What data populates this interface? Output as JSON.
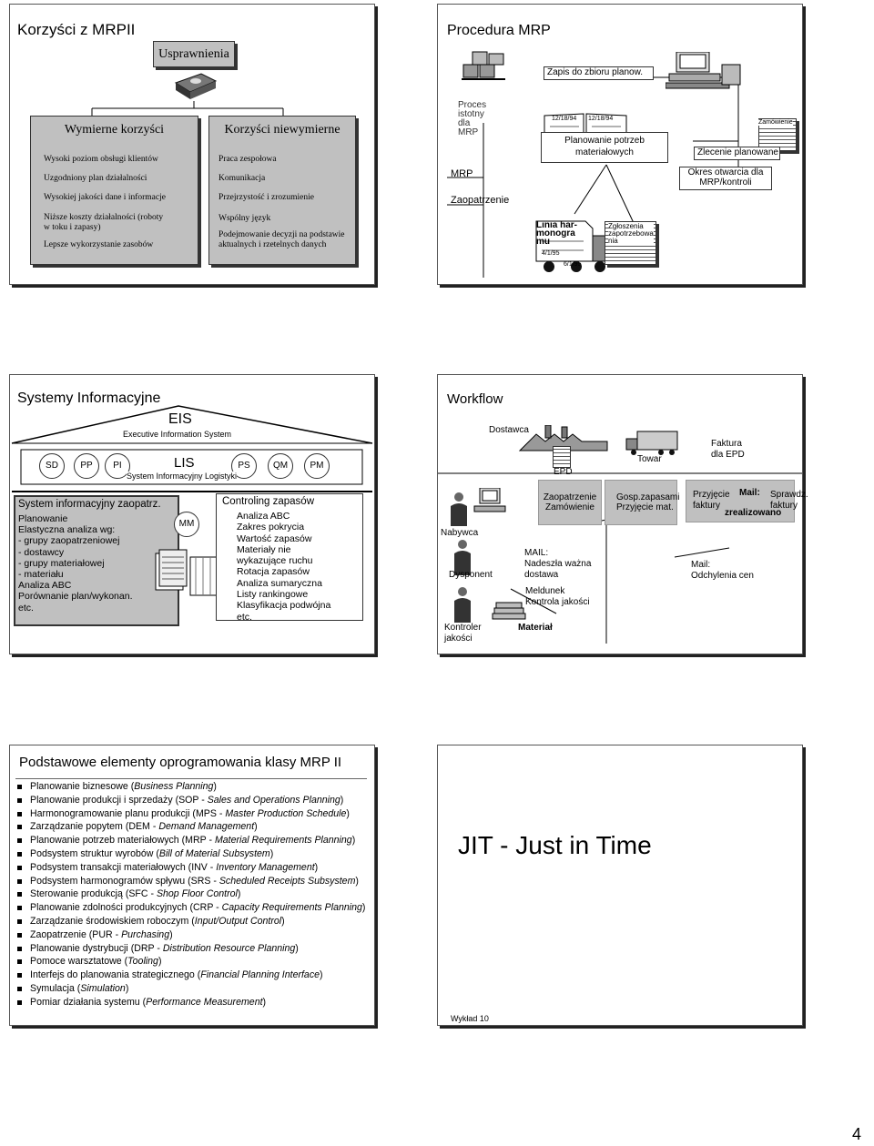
{
  "slide1": {
    "title": "Korzyści z MRPII",
    "top_box": "Usprawnienia",
    "left": {
      "header": "Wymierne korzyści",
      "items": [
        "Wysoki poziom obsługi klientów",
        "Uzgodniony plan działalności",
        "Wysokiej jakości dane i informacje",
        "Niższe koszty działalności (roboty",
        "w toku i zapasy)",
        "Lepsze wykorzystanie zasobów"
      ]
    },
    "right": {
      "header": "Korzyści niewymierne",
      "items": [
        "Praca zespołowa",
        "Komunikacja",
        "Przejrzystość i zrozumienie",
        "Wspólny język",
        "Podejmowanie decyzji na podstawie",
        "aktualnych i rzetelnych danych"
      ]
    }
  },
  "slide2": {
    "title": "Procedura MRP",
    "zapis": "Zapis do zbioru planow.",
    "proces": [
      "Proces",
      "istotny",
      "dla",
      "MRP"
    ],
    "mrp": "MRP",
    "zaopatrzenie": "Zaopatrzenie",
    "dates": [
      "12/18/94",
      "12/18/94"
    ],
    "planowanie": [
      "Planowanie potrzeb",
      "materiałowych"
    ],
    "zamowienie": "Zamówienie",
    "zlecenie": "Zlecenie planowane",
    "okres": [
      "Okres otwarcia dla",
      "MRP/kontroli"
    ],
    "linia": [
      "Linia har-",
      "monogra",
      "mu"
    ],
    "truck_dates": [
      "4/1/95",
      "6/1/95"
    ],
    "zgloszenia": [
      "Zgłoszenia",
      "zapotrzebowa",
      "nia"
    ]
  },
  "slide3": {
    "title": "Systemy Informacyjne",
    "eis": "EIS",
    "eis_sub": "Executive Information System",
    "modules": [
      "SD",
      "PP",
      "PI",
      "PS",
      "QM",
      "PM"
    ],
    "lis": "LIS",
    "lis_sub": "System Informacyjny Logistyki",
    "left_title": "System informacyjny zaopatrz.",
    "left_items": [
      "Planowanie",
      "Elastyczna analiza wg:",
      "- grupy zaopatrzeniowej",
      "- dostawcy",
      "- grupy materiałowej",
      "- materiału",
      "Analiza ABC",
      "Porównanie plan/wykonan.",
      "etc."
    ],
    "mm": "MM",
    "right_title": "Controling zapasów",
    "right_items": [
      "Analiza ABC",
      "Zakres pokrycia",
      "Wartość zapasów",
      "Materiały nie",
      "wykazujące ruchu",
      "Rotacja zapasów",
      "Analiza sumaryczna",
      "Listy rankingowe",
      "Klasyfikacja podwójna",
      "etc."
    ]
  },
  "slide4": {
    "title": "Workflow",
    "dostawca": "Dostawca",
    "epd": "EPD",
    "towar": "Towar",
    "faktura": [
      "Faktura",
      "dla EPD"
    ],
    "nabywca": "Nabywca",
    "dysponent": "Dysponent",
    "kontroler": [
      "Kontroler",
      "jakości"
    ],
    "zaopatrzenie": [
      "Zaopatrzenie",
      "Zamówienie"
    ],
    "gosp": [
      "Gosp.zapasami",
      "Przyjęcie mat."
    ],
    "przyjecie": [
      "Przyjęcie",
      "faktury"
    ],
    "mail1": "Mail:",
    "zrealizowano": "zrealizowano",
    "sprawdz": [
      "Sprawdz.",
      "faktury"
    ],
    "mail2": [
      "MAIL:",
      "Nadeszła ważna",
      "dostawa"
    ],
    "mail3": [
      "Mail:",
      "Odchylenia cen"
    ],
    "meldunek": [
      "Meldunek",
      "Kontrola jakości"
    ],
    "material": "Materiał"
  },
  "slide5": {
    "title": "Podstawowe elementy oprogramowania klasy MRP II",
    "items": [
      {
        "pre": "Planowanie biznesowe (",
        "em": "Business Planning",
        "post": ")"
      },
      {
        "pre": "Planowanie produkcji i sprzedaży (SOP - ",
        "em": "Sales and Operations Planning",
        "post": ")"
      },
      {
        "pre": "Harmonogramowanie planu produkcji (MPS - ",
        "em": "Master Production Schedule",
        "post": ")"
      },
      {
        "pre": "Zarządzanie popytem (DEM - ",
        "em": "Demand Management",
        "post": ")"
      },
      {
        "pre": "Planowanie potrzeb materiałowych (MRP - ",
        "em": "Material Requirements Planning",
        "post": ")"
      },
      {
        "pre": "Podsystem struktur wyrobów (",
        "em": "Bill of Material Subsystem",
        "post": ")"
      },
      {
        "pre": "Podsystem transakcji materiałowych (INV - ",
        "em": "Inventory Management",
        "post": ")"
      },
      {
        "pre": "Podsystem harmonogramów spływu (SRS - ",
        "em": "Scheduled Receipts Subsystem",
        "post": ")"
      },
      {
        "pre": "Sterowanie produkcją (SFC - ",
        "em": "Shop Floor Control",
        "post": ")"
      },
      {
        "pre": "Planowanie zdolności produkcyjnych (CRP - ",
        "em": "Capacity Requirements Planning",
        "post": ")"
      },
      {
        "pre": "Zarządzanie środowiskiem roboczym (",
        "em": "Input/Output Control",
        "post": ")"
      },
      {
        "pre": "Zaopatrzenie (PUR - ",
        "em": "Purchasing",
        "post": ")"
      },
      {
        "pre": "Planowanie dystrybucji (DRP - ",
        "em": "Distribution Resource Planning",
        "post": ")"
      },
      {
        "pre": "Pomoce warsztatowe (",
        "em": "Tooling",
        "post": ")"
      },
      {
        "pre": "Interfejs do planowania strategicznego (",
        "em": "Financial Planning Interface",
        "post": ")"
      },
      {
        "pre": "Symulacja (",
        "em": "Simulation",
        "post": ")"
      },
      {
        "pre": "Pomiar działania systemu (",
        "em": "Performance Measurement",
        "post": ")"
      }
    ]
  },
  "slide6": {
    "title": "JIT - Just in Time",
    "footer": "Wykład 10"
  },
  "page_number": "4"
}
